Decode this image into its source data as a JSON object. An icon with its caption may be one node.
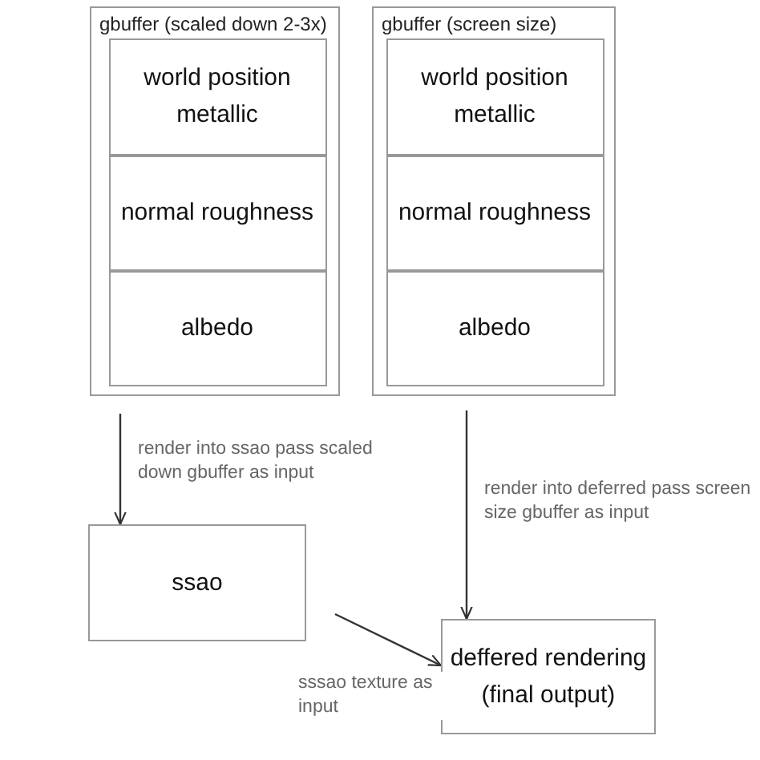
{
  "diagram": {
    "nodes": [
      {
        "text": [
          "gbuffer (scaled down 2-3x)"
        ]
      },
      {
        "text": [
          "world position metallic"
        ],
        "in": 0
      },
      {
        "text": [
          "normal roughness"
        ],
        "in": 0
      },
      {
        "text": [
          "albedo"
        ],
        "in": 0
      },
      {
        "text": [
          "gbuffer (screen size)"
        ]
      },
      {
        "text": [
          "world position metallic"
        ],
        "in": 4
      },
      {
        "text": [
          "normal roughness"
        ],
        "in": 4
      },
      {
        "text": [
          "albedo"
        ],
        "in": 4
      },
      {
        "text": [
          "ssao"
        ]
      },
      {
        "text": [
          "deffered rendering (final output)"
        ]
      }
    ],
    "edges": [
      {
        "from": 0,
        "to": 8,
        "arrow": "to",
        "label": "render into ssao pass scaled down gbuffer as input"
      },
      {
        "from": 4,
        "to": 9,
        "arrow": "to",
        "label": "render into deferred pass screen size gbuffer as input"
      },
      {
        "from": 8,
        "to": 9,
        "arrow": "to",
        "label": "sssao texture as input"
      }
    ]
  }
}
